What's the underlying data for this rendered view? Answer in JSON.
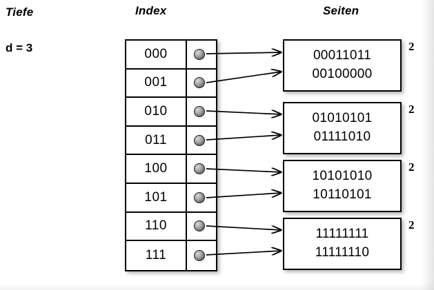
{
  "headings": {
    "depth": "Tiefe",
    "index": "Index",
    "pages": "Seiten"
  },
  "global_depth": {
    "label": "d = 3"
  },
  "index_table": {
    "rows": [
      {
        "key": "000",
        "pointer_icon": "pointer-dot-icon",
        "target": 0
      },
      {
        "key": "001",
        "pointer_icon": "pointer-dot-icon",
        "target": 0
      },
      {
        "key": "010",
        "pointer_icon": "pointer-dot-icon",
        "target": 1
      },
      {
        "key": "011",
        "pointer_icon": "pointer-dot-icon",
        "target": 1
      },
      {
        "key": "100",
        "pointer_icon": "pointer-dot-icon",
        "target": 2
      },
      {
        "key": "101",
        "pointer_icon": "pointer-dot-icon",
        "target": 2
      },
      {
        "key": "110",
        "pointer_icon": "pointer-dot-icon",
        "target": 3
      },
      {
        "key": "111",
        "pointer_icon": "pointer-dot-icon",
        "target": 3
      }
    ]
  },
  "pages": [
    {
      "local_depth": "2",
      "records": [
        "00011011",
        "00100000"
      ]
    },
    {
      "local_depth": "2",
      "records": [
        "01010101",
        "01111010"
      ]
    },
    {
      "local_depth": "2",
      "records": [
        "10101010",
        "10110101"
      ]
    },
    {
      "local_depth": "2",
      "records": [
        "11111111",
        "11111110"
      ]
    }
  ],
  "colors": {
    "background": "#ffffff",
    "stroke": "#000000",
    "dot_light": "#d8d8d8",
    "dot_dark": "#4a4a4a"
  }
}
